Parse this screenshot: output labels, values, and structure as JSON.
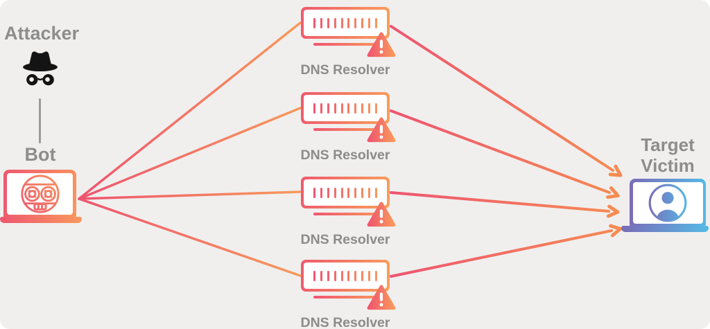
{
  "attacker": {
    "label": "Attacker"
  },
  "bot": {
    "label": "Bot"
  },
  "resolvers": [
    {
      "label": "DNS Resolver"
    },
    {
      "label": "DNS Resolver"
    },
    {
      "label": "DNS Resolver"
    },
    {
      "label": "DNS Resolver"
    }
  ],
  "target": {
    "label": "Target Victim"
  },
  "colors": {
    "background": "#f0efee",
    "line_gradient_start": "#ee5470",
    "line_gradient_end": "#f89a5a",
    "arrow_orange": "#f68b52",
    "server_gradient_start": "#ee5a6e",
    "server_gradient_end": "#f8a05b",
    "victim_gradient_start": "#7a6cb7",
    "victim_gradient_end": "#55b9e6",
    "label_gray": "#8d8d8d",
    "attacker_icon_black": "#141414"
  }
}
